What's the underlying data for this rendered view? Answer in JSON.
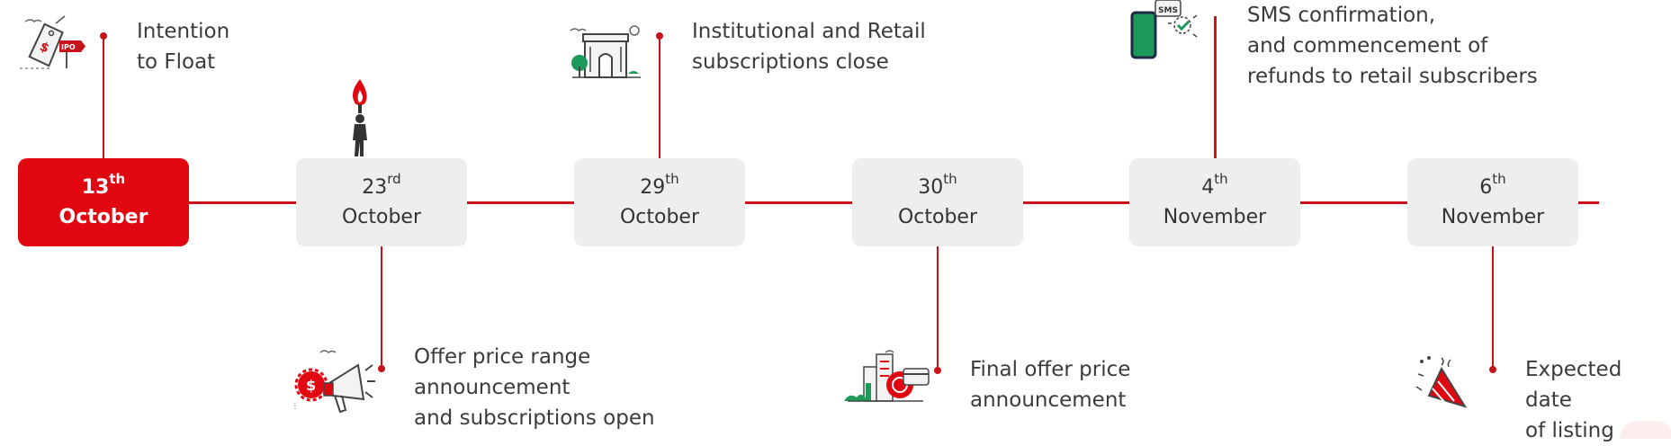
{
  "events": [
    {
      "day": "13",
      "suffix": "th",
      "month": "October",
      "active": true,
      "lines": [
        "Intention",
        "to Float"
      ],
      "icon": "ipo-tag-icon"
    },
    {
      "day": "23",
      "suffix": "rd",
      "month": "October",
      "active": false,
      "lines": [
        "Offer price range",
        "announcement",
        "and subscriptions open"
      ],
      "icon": "megaphone-icon"
    },
    {
      "day": "29",
      "suffix": "th",
      "month": "October",
      "active": false,
      "lines": [
        "Institutional and Retail",
        "subscriptions close"
      ],
      "icon": "arch-gate-icon"
    },
    {
      "day": "30",
      "suffix": "th",
      "month": "October",
      "active": false,
      "lines": [
        "Final offer price",
        "announcement"
      ],
      "icon": "city-card-icon"
    },
    {
      "day": "4",
      "suffix": "th",
      "month": "November",
      "active": false,
      "lines": [
        "SMS confirmation,",
        "and commencement of",
        "refunds to retail subscribers"
      ],
      "icon": "sms-phone-icon",
      "sms_label": "SMS"
    },
    {
      "day": "6",
      "suffix": "th",
      "month": "November",
      "active": false,
      "lines": [
        "Expected date",
        "of listing"
      ],
      "icon": "party-popper-icon"
    }
  ],
  "colors": {
    "accent": "#e00711",
    "line": "#c8131b",
    "box": "#eeeeee",
    "text": "#3b3b3b"
  }
}
